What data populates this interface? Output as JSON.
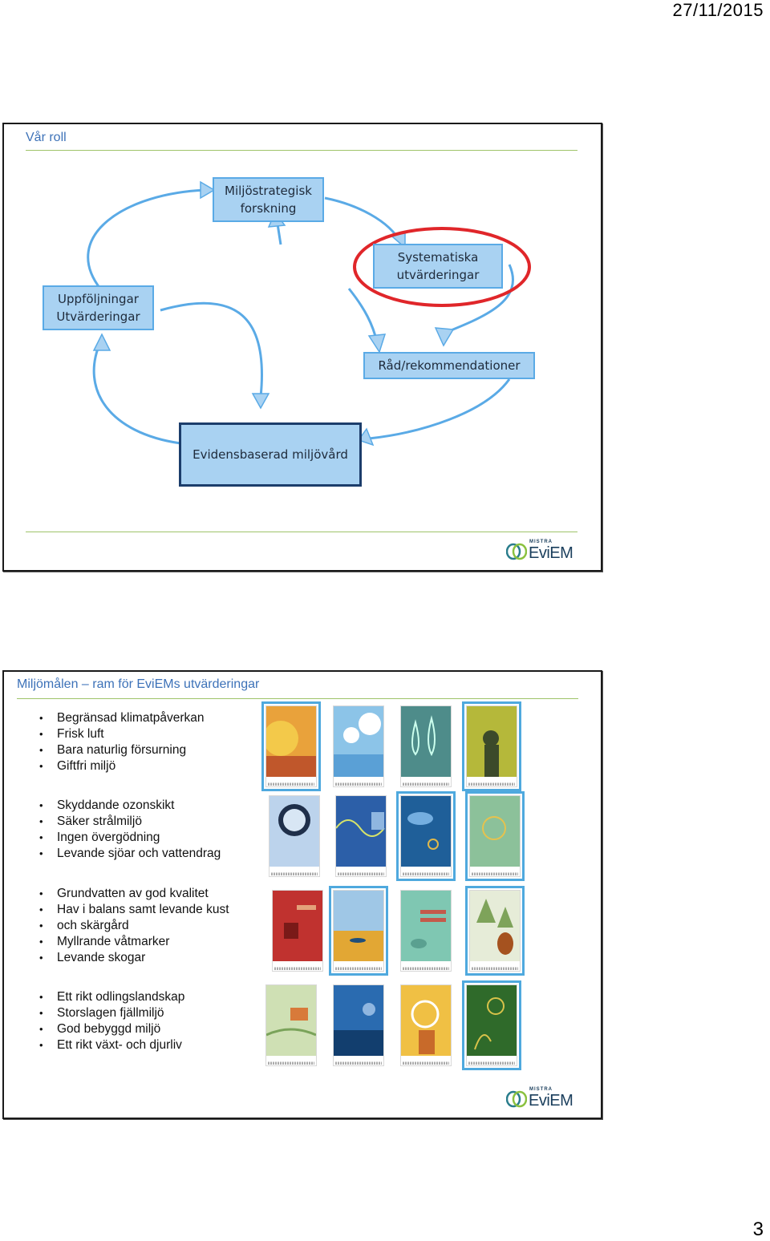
{
  "header": {
    "date": "27/11/2015"
  },
  "footer": {
    "page_number": "3"
  },
  "slide1": {
    "title": "Vår roll",
    "boxes": {
      "research": "Miljöstrategisk forskning",
      "followup": "Uppföljningar Utvärderingar",
      "systematic": "Systematiska utvärderingar",
      "advice": "Råd/rekommendationer",
      "evidence": "Evidensbaserad miljövård"
    },
    "highlight_color": "#e0262a",
    "arrow_color": "#5aaae6",
    "logo": {
      "small": "MISTRA",
      "main": "EviEM"
    }
  },
  "slide2": {
    "title": "Miljömålen – ram för EviEMs utvärderingar",
    "groups": [
      [
        "Begränsad klimatpåverkan",
        "Frisk luft",
        "Bara naturlig försurning",
        "Giftfri miljö"
      ],
      [
        "Skyddande ozonskikt",
        "Säker strålmiljö",
        "Ingen övergödning",
        "Levande sjöar och vattendrag"
      ],
      [
        "Grundvatten av god kvalitet",
        "Hav i balans samt levande kust",
        "och skärgård",
        "Myllrande våtmarker",
        "Levande skogar"
      ],
      [
        "Ett rikt odlingslandskap",
        "Storslagen fjällmiljö",
        "God bebyggd miljö",
        "Ett rikt växt- och djurliv"
      ]
    ],
    "tile_highlight_color": "#4fa9de",
    "logo": {
      "small": "MISTRA",
      "main": "EviEM"
    }
  }
}
